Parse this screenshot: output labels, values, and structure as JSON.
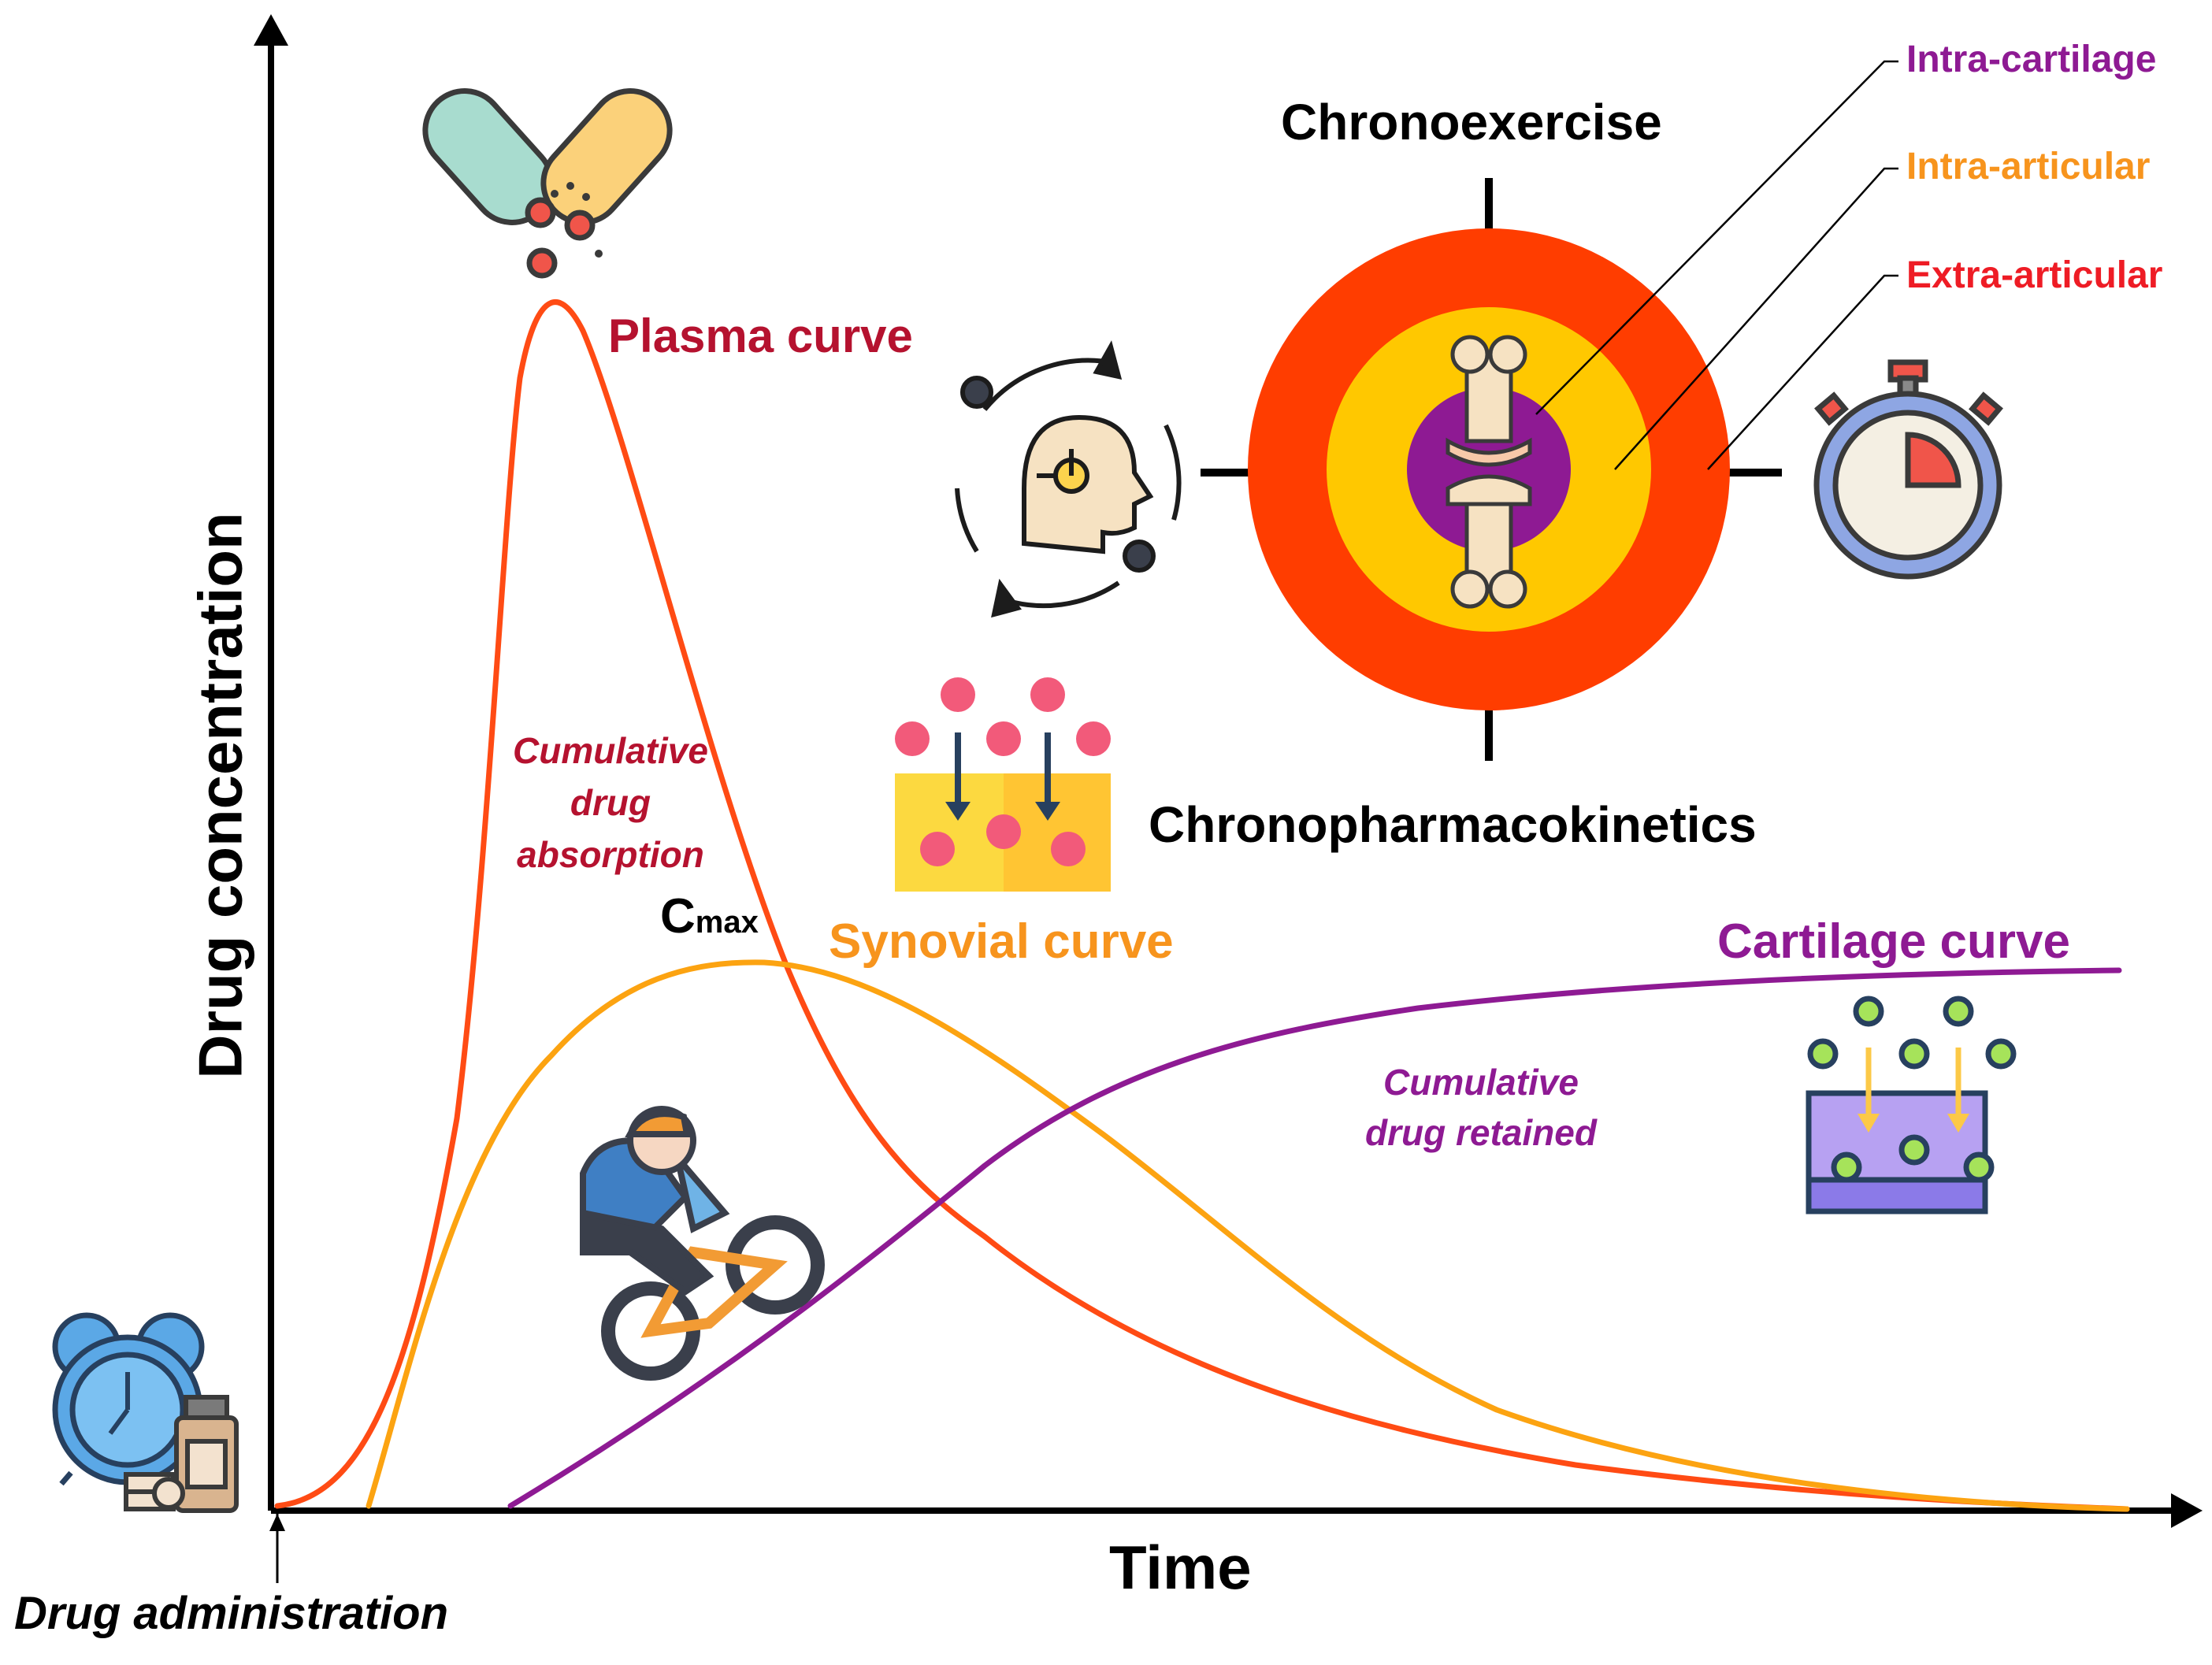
{
  "axes": {
    "y_label": "Drug concentration",
    "x_label": "Time",
    "origin_label": "Drug administration"
  },
  "curves": {
    "plasma": {
      "label": "Plasma curve",
      "color": "#ff4b14"
    },
    "synovial": {
      "label": "Synovial curve",
      "color": "#fca311"
    },
    "cartilage": {
      "label": "Cartilage curve",
      "color": "#8e1a93"
    }
  },
  "annotations": {
    "absorption": "Cumulative drug absorption",
    "retained": "Cumulative drug retained",
    "cmax_main": "C",
    "cmax_sub": "max"
  },
  "target": {
    "title_top": "Chronoexercise",
    "title_bottom": "Chronopharmacokinetics",
    "rings": [
      {
        "label": "Intra-cartilage",
        "color": "#8e1a93"
      },
      {
        "label": "Intra-articular",
        "color": "#f7941d"
      },
      {
        "label": "Extra-articular",
        "color": "#ee1c25"
      }
    ]
  },
  "icons": [
    "pill-capsule-icon",
    "alarm-clock-icon",
    "medicine-bottle-icon",
    "head-cycle-icon",
    "stopwatch-icon",
    "synovial-diffusion-icon",
    "cartilage-diffusion-icon",
    "cyclist-icon",
    "joint-bone-icon"
  ]
}
